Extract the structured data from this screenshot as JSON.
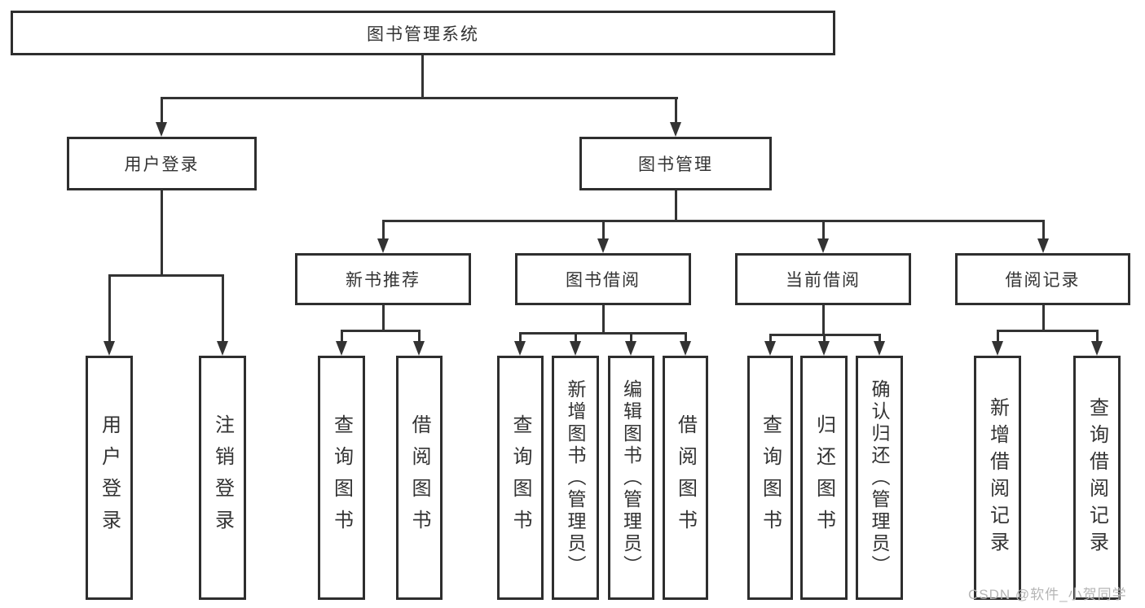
{
  "tree": {
    "label": "图书管理系统",
    "children": [
      {
        "label": "用户登录",
        "children": [
          {
            "label": "用户登录"
          },
          {
            "label": "注销登录"
          }
        ]
      },
      {
        "label": "图书管理",
        "children": [
          {
            "label": "新书推荐",
            "children": [
              {
                "label": "查询图书"
              },
              {
                "label": "借阅图书"
              }
            ]
          },
          {
            "label": "图书借阅",
            "children": [
              {
                "label": "查询图书"
              },
              {
                "label": "新增图书（管理员）"
              },
              {
                "label": "编辑图书（管理员）"
              },
              {
                "label": "借阅图书"
              }
            ]
          },
          {
            "label": "当前借阅",
            "children": [
              {
                "label": "查询图书"
              },
              {
                "label": "归还图书"
              },
              {
                "label": "确认归还（管理员）"
              }
            ]
          },
          {
            "label": "借阅记录",
            "children": [
              {
                "label": "新增借阅记录"
              },
              {
                "label": "查询借阅记录"
              }
            ]
          }
        ]
      }
    ]
  },
  "watermark": "CSDN @软件_小贺同学",
  "colors": {
    "line": "#333333",
    "box_border": "#2e2e2e",
    "box_fill": "#ffffff",
    "text": "#333333",
    "watermark": "#b5b5b5",
    "background": "#ffffff"
  }
}
